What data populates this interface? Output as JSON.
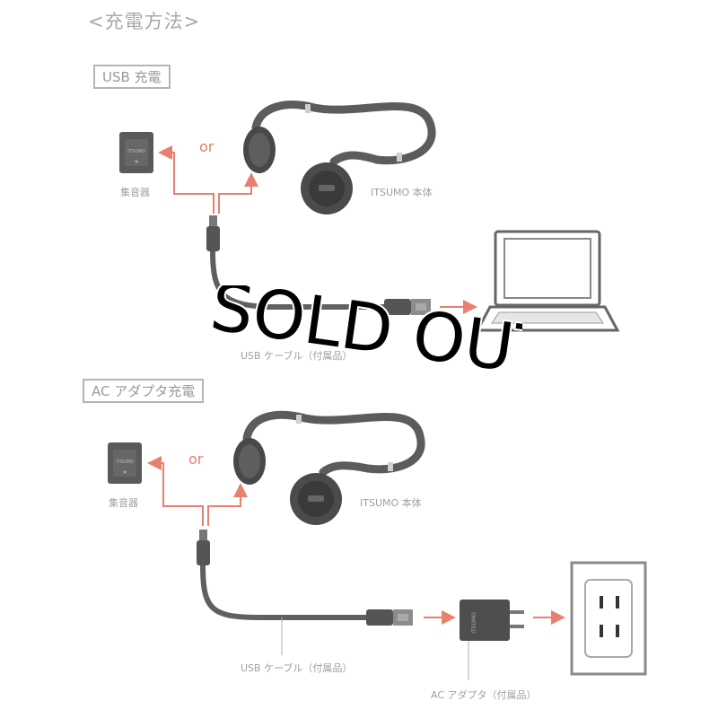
{
  "title": "<充電方法>",
  "sections": [
    {
      "label": "USB 充電",
      "or_text": "or",
      "receiver_label": "集音器",
      "headset_label": "ITSUMO 本体",
      "cable_label": "USB ケーブル（付属品）"
    },
    {
      "label": "AC アダプタ充電",
      "or_text": "or",
      "receiver_label": "集音器",
      "headset_label": "ITSUMO 本体",
      "cable_label": "USB ケーブル（付属品）",
      "adapter_label": "AC アダプタ（付属品）"
    }
  ],
  "device_brand": "ITSUMO",
  "adapter_brand": "ITSUMO",
  "overlay_text": "SOLD OUT",
  "colors": {
    "arrow": "#e8806f",
    "line": "#9a9a9a",
    "device": "#555555",
    "overlay": "#000000"
  }
}
